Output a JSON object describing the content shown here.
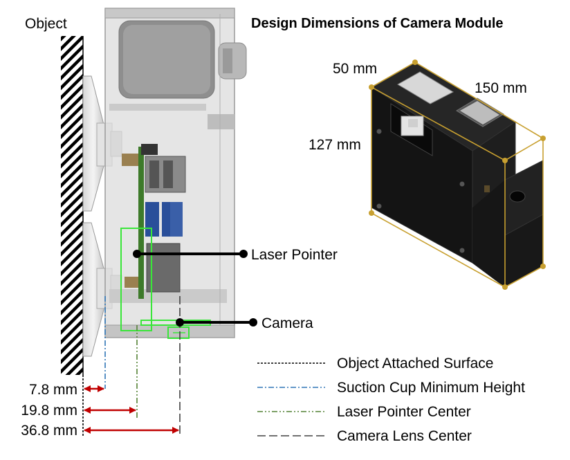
{
  "title": "Design Dimensions of Camera Module",
  "object_label": "Object",
  "callouts": {
    "laser_pointer": "Laser Pointer",
    "camera": "Camera"
  },
  "iso_dims": {
    "width": "50 mm",
    "depth": "150 mm",
    "height": "127 mm"
  },
  "offsets": [
    {
      "text": "7.8 mm",
      "value_mm": 7.8
    },
    {
      "text": "19.8 mm",
      "value_mm": 19.8
    },
    {
      "text": "36.8 mm",
      "value_mm": 36.8
    }
  ],
  "legend": [
    {
      "label": "Object Attached Surface",
      "color": "#000000",
      "dash": "dashed"
    },
    {
      "label": "Suction Cup Minimum Height",
      "color": "#2e75b6",
      "dash": "dash-dot"
    },
    {
      "label": "Laser Pointer Center",
      "color": "#548235",
      "dash": "dash-dot-dot"
    },
    {
      "label": "Camera Lens Center",
      "color": "#404040",
      "dash": "long-dash"
    }
  ],
  "colors": {
    "arrow": "#c00000",
    "highlight": "#39e639",
    "outline": "#c8a030",
    "body": "#1a1a1a"
  }
}
